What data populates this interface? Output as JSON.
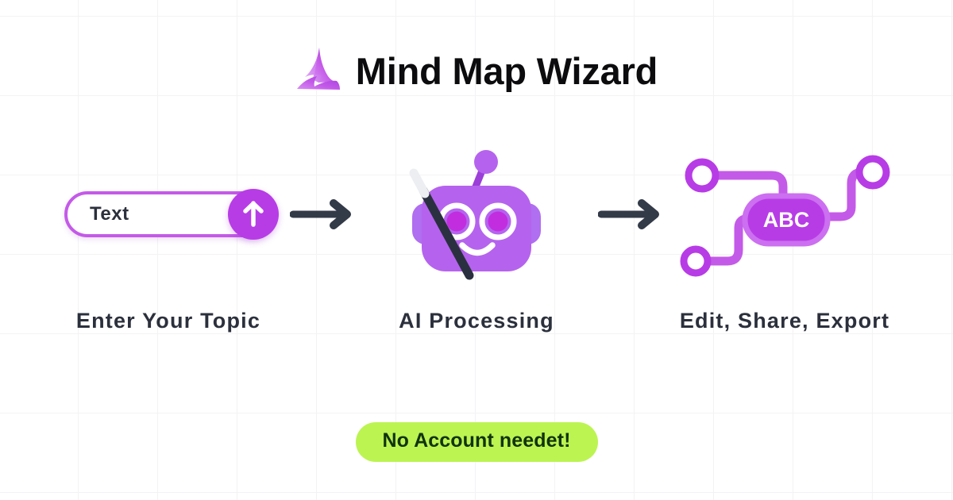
{
  "header": {
    "logo_icon": "wizard-hat-icon",
    "title": "Mind Map Wizard"
  },
  "steps": [
    {
      "id": "enter-topic",
      "label": "Enter Your Topic",
      "input_value": "Text",
      "input_placeholder": "Text",
      "button_icon": "arrow-up-icon"
    },
    {
      "id": "ai-processing",
      "label": "AI Processing",
      "art_icon": "robot-with-magic-wand-icon"
    },
    {
      "id": "edit-share-export",
      "label": "Edit, Share, Export",
      "art_icon": "mind-map-icon",
      "center_node_label": "ABC",
      "node_count": 4
    }
  ],
  "connectors": [
    {
      "id": "arrow-1",
      "icon": "arrow-right-icon"
    },
    {
      "id": "arrow-2",
      "icon": "arrow-right-icon"
    }
  ],
  "badge": {
    "text": "No Account needet!"
  },
  "colors": {
    "purple_primary": "#b73ce6",
    "purple_light": "#c45ae8",
    "purple_robot": "#b563ee",
    "purple_deep": "#9b3fd8",
    "magenta_pupil": "#c22de0",
    "dark_slate": "#2b303c",
    "green_badge": "#bcf452",
    "green_badge_text": "#11330a",
    "grid_line": "#f3f3f5",
    "background": "#ffffff"
  }
}
